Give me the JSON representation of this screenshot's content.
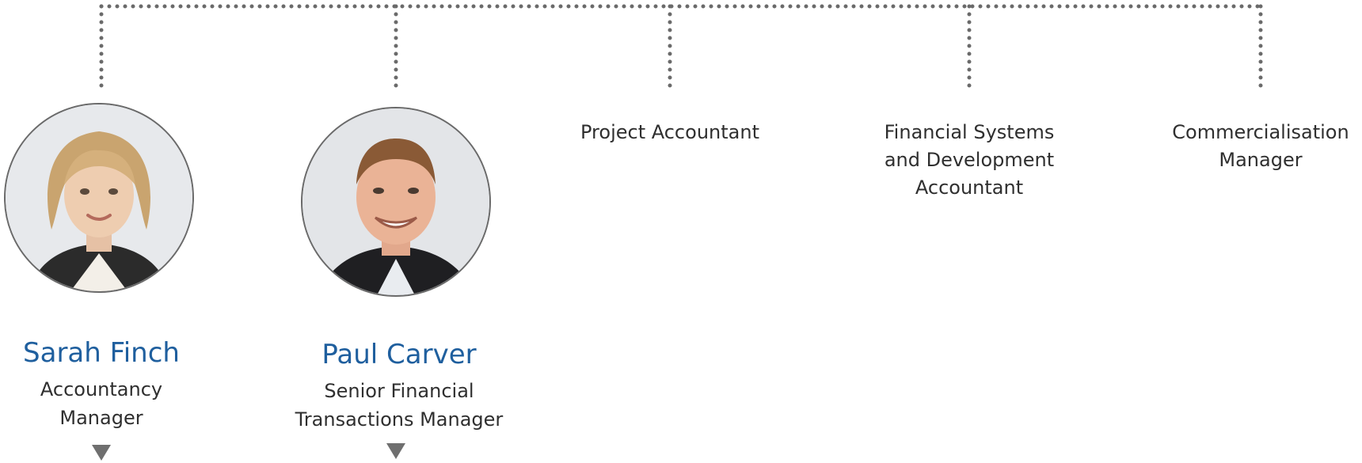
{
  "people": [
    {
      "name": "Sarah Finch",
      "role": "Accountancy\nManager"
    },
    {
      "name": "Paul Carver",
      "role": "Senior Financial\nTransactions Manager"
    }
  ],
  "roles": [
    "Project Accountant",
    "Financial Systems\nand Development\nAccountant",
    "Commercialisation\nManager"
  ],
  "colors": {
    "name": "#1f5f9e",
    "connector": "#6a6a6a",
    "arrow": "#6f6f6f"
  }
}
